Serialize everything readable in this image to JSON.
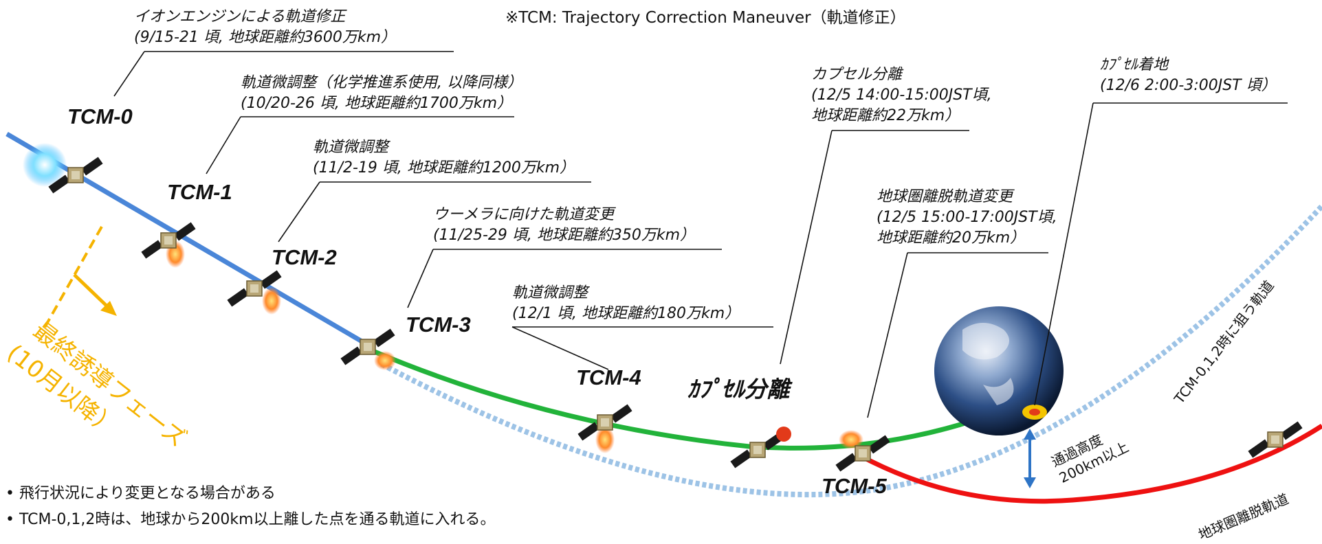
{
  "header_note": "※TCM: Trajectory Correction Maneuver（軌道修正）",
  "annotations": {
    "tcm0": {
      "line1": "イオンエンジンによる軌道修正",
      "line2": "(9/15-21 頃, 地球距離約3600万km）"
    },
    "tcm1": {
      "line1": "軌道微調整（化学推進系使用, 以降同様）",
      "line2": "(10/20-26 頃, 地球距離約1700万km）"
    },
    "tcm2": {
      "line1": "軌道微調整",
      "line2": "(11/2-19 頃, 地球距離約1200万km）"
    },
    "tcm3": {
      "line1": "ウーメラに向けた軌道変更",
      "line2": "(11/25-29 頃, 地球距離約350万km）"
    },
    "tcm4": {
      "line1": "軌道微調整",
      "line2": "(12/1 頃, 地球距離約180万km）"
    },
    "separation": {
      "line1": "カプセル分離",
      "line2": "(12/5 14:00-15:00JST頃,",
      "line3": "地球距離約22万km）"
    },
    "landing": {
      "line1": "ｶﾌﾟｾﾙ着地",
      "line2": "(12/6 2:00-3:00JST 頃）"
    },
    "tcm5": {
      "line1": "地球圏離脱軌道変更",
      "line2": "(12/5 15:00-17:00JST頃,",
      "line3": "地球距離約20万km）"
    }
  },
  "tcm_labels": {
    "tcm0": "TCM-0",
    "tcm1": "TCM-1",
    "tcm2": "TCM-2",
    "tcm3": "TCM-3",
    "tcm4": "TCM-4",
    "tcm5": "TCM-5"
  },
  "capsule_sep_label": "ｶﾌﾟｾﾙ分離",
  "final_phase": {
    "line1": "最終誘導フェーズ",
    "line2": "(10月以降）"
  },
  "target_orbit_label": "TCM-0,1,2時に狙う軌道",
  "escape_orbit_label": "地球圏離脱軌道",
  "altitude": {
    "line1": "通過高度",
    "line2": "200km以上"
  },
  "bullets": [
    "• 飛行状況により変更となる場合がある",
    "• TCM-0,1,2時は、地球から200km以上離した点を通る軌道に入れる。"
  ],
  "colors": {
    "approach": "#4a86d8",
    "capsule_path": "#22b33a",
    "escape_path": "#ee1111",
    "target_orbit": "#9dc3e6",
    "phase": "#f5b300"
  }
}
